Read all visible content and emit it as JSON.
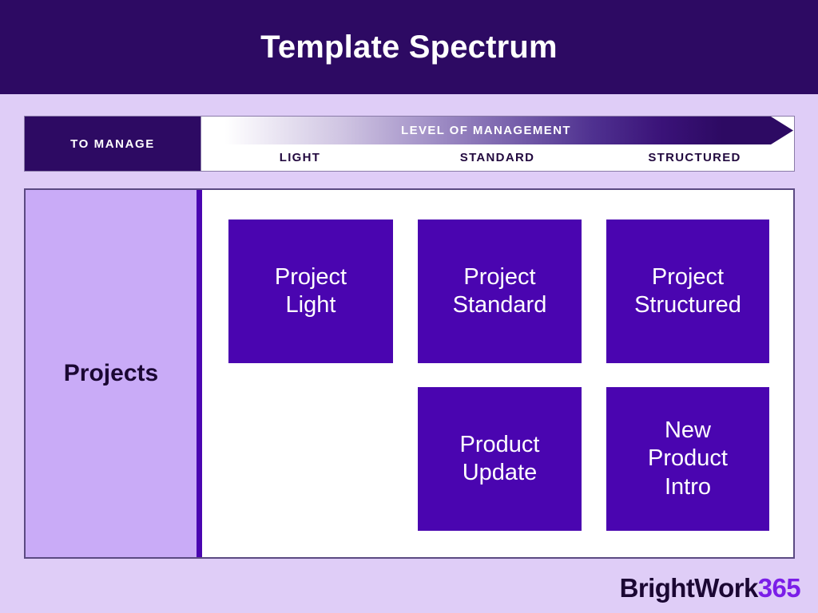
{
  "title_bar": {
    "title": "Template Spectrum"
  },
  "header": {
    "to_manage_label": "TO MANAGE",
    "spectrum_label": "LEVEL OF MANAGEMENT",
    "levels": [
      {
        "label": "LIGHT"
      },
      {
        "label": "STANDARD"
      },
      {
        "label": "STRUCTURED"
      }
    ]
  },
  "body": {
    "row_label": "Projects",
    "tiles": [
      {
        "id": "project-light",
        "line1": "Project",
        "line2": "Light",
        "line3": ""
      },
      {
        "id": "project-standard",
        "line1": "Project",
        "line2": "Standard",
        "line3": ""
      },
      {
        "id": "project-structured",
        "line1": "Project",
        "line2": "Structured",
        "line3": ""
      },
      {
        "id": "product-update",
        "line1": "Product",
        "line2": "Update",
        "line3": ""
      },
      {
        "id": "new-product-intro",
        "line1": "New",
        "line2": "Product",
        "line3": "Intro"
      }
    ]
  },
  "brand": {
    "word": "BrightWork",
    "number": "365"
  },
  "colors": {
    "title_bar_bg": "#2d0a63",
    "page_bg": "#dfcdf7",
    "tile_purple": "#4a05b0",
    "row_label_bg": "#c9abf7",
    "divider_purple": "#4a05b0",
    "brand_word": "#1b0733",
    "brand_number": "#7b1ee8"
  }
}
